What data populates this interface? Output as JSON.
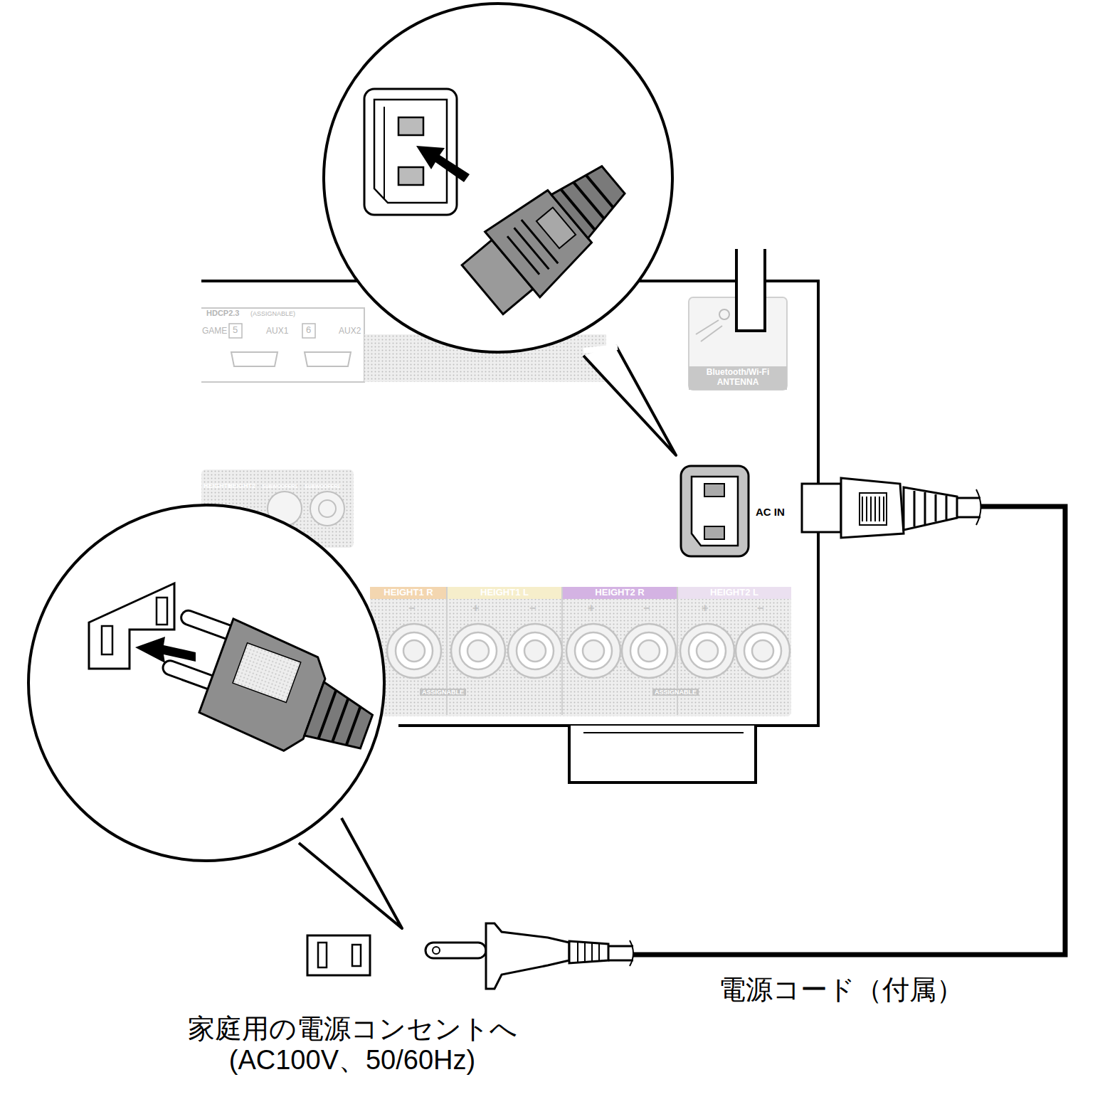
{
  "diagram": {
    "labels": [
      "HDCP2.3",
      "(ASSIGNABLE)",
      "GAME",
      "5",
      "AUX1",
      "6",
      "AUX2",
      "Bluetooth/Wi-Fi ANTENNA",
      "AC IN",
      "HEIGHT1",
      "HEIGHT2",
      "SUBWOOFER1",
      "SUBWOOFER2",
      "HEIGHT1 R",
      "HEIGHT1 L",
      "HEIGHT2 R",
      "HEIGHT2 L",
      "−",
      "+",
      "−",
      "+",
      "−",
      "+",
      "−",
      "ASSIGNABLE",
      "ASSIGNABLE",
      "電源コード（付属）",
      "家庭用の電源コンセントへ (AC100V、50/60Hz)"
    ]
  }
}
